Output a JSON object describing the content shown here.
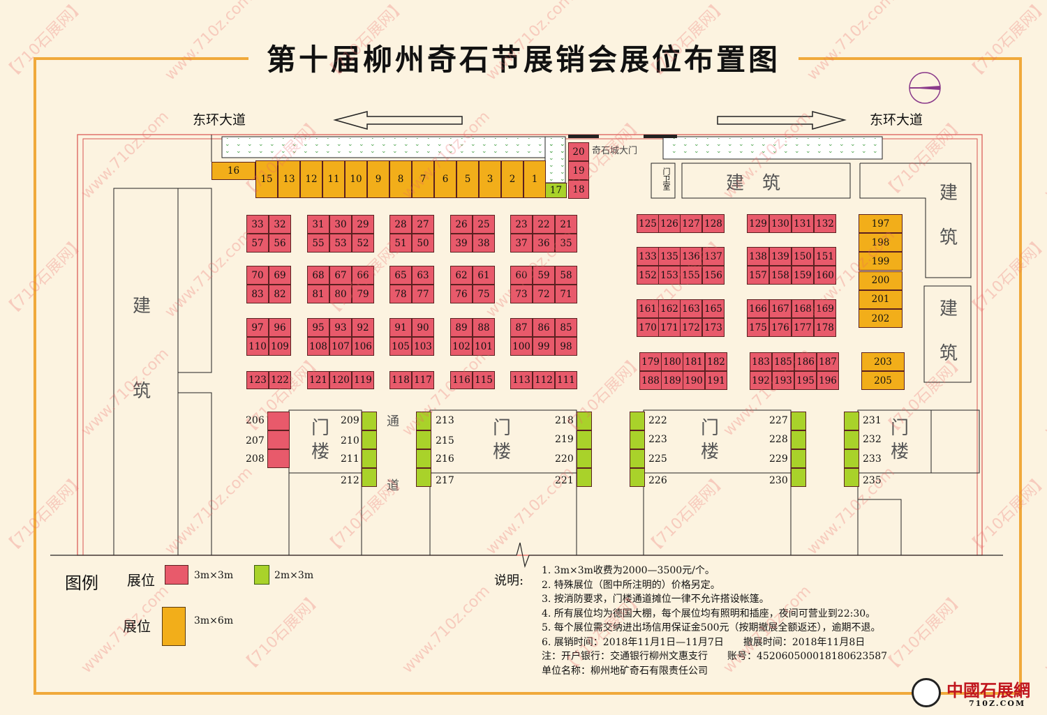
{
  "title": "第十届柳州奇石节展销会展位布置图",
  "roads": {
    "left": "东环大道",
    "right": "东环大道"
  },
  "gate_label": "奇石城大门",
  "guard_label": "门卫室",
  "building_label": "建筑",
  "building_chars": [
    "建",
    "筑"
  ],
  "gate_tower": "门楼",
  "gate_tower_chars": [
    "门",
    "楼"
  ],
  "passage_chars": [
    "通",
    "道"
  ],
  "colors": {
    "booth_3x3": "#e85a6b",
    "booth_2x3": "#a9d22a",
    "booth_3x6": "#f2ae1a",
    "frame": "#f0a93b",
    "red_line": "#d9534f"
  },
  "booths": {
    "top_row": [
      "15",
      "13",
      "12",
      "11",
      "10",
      "9",
      "8",
      "7",
      "6",
      "5",
      "3",
      "2",
      "1"
    ],
    "b16": "16",
    "b17": "17",
    "gate_stack": [
      "20",
      "19",
      "18"
    ],
    "west_blocks": [
      {
        "cols": [
          [
            "33",
            "57"
          ],
          [
            "32",
            "56"
          ]
        ]
      },
      {
        "cols": [
          [
            "31",
            "55"
          ],
          [
            "30",
            "53"
          ],
          [
            "29",
            "52"
          ]
        ]
      },
      {
        "cols": [
          [
            "28",
            "51"
          ],
          [
            "27",
            "50"
          ]
        ]
      },
      {
        "cols": [
          [
            "26",
            "39"
          ],
          [
            "25",
            "38"
          ]
        ]
      },
      {
        "cols": [
          [
            "23",
            "37"
          ],
          [
            "22",
            "36"
          ],
          [
            "21",
            "35"
          ]
        ]
      },
      {
        "cols": [
          [
            "70",
            "83"
          ],
          [
            "69",
            "82"
          ]
        ]
      },
      {
        "cols": [
          [
            "68",
            "81"
          ],
          [
            "67",
            "80"
          ],
          [
            "66",
            "79"
          ]
        ]
      },
      {
        "cols": [
          [
            "65",
            "78"
          ],
          [
            "63",
            "77"
          ]
        ]
      },
      {
        "cols": [
          [
            "62",
            "76"
          ],
          [
            "61",
            "75"
          ]
        ]
      },
      {
        "cols": [
          [
            "60",
            "73"
          ],
          [
            "59",
            "72"
          ],
          [
            "58",
            "71"
          ]
        ]
      },
      {
        "cols": [
          [
            "97",
            "110"
          ],
          [
            "96",
            "109"
          ]
        ]
      },
      {
        "cols": [
          [
            "95",
            "108"
          ],
          [
            "93",
            "107"
          ],
          [
            "92",
            "106"
          ]
        ]
      },
      {
        "cols": [
          [
            "91",
            "105"
          ],
          [
            "90",
            "103"
          ]
        ]
      },
      {
        "cols": [
          [
            "89",
            "102"
          ],
          [
            "88",
            "101"
          ]
        ]
      },
      {
        "cols": [
          [
            "87",
            "100"
          ],
          [
            "86",
            "99"
          ],
          [
            "85",
            "98"
          ]
        ]
      }
    ],
    "west_single_rows": [
      [
        "123",
        "122"
      ],
      [
        "121",
        "120",
        "119"
      ],
      [
        "118",
        "117"
      ],
      [
        "116",
        "115"
      ],
      [
        "113",
        "112",
        "111"
      ]
    ],
    "east_blocks": [
      {
        "rows": [
          [
            "125",
            "126",
            "127",
            "128"
          ]
        ]
      },
      {
        "rows": [
          [
            "129",
            "130",
            "131",
            "132"
          ]
        ]
      },
      {
        "rows": [
          [
            "133",
            "135",
            "136",
            "137"
          ],
          [
            "152",
            "153",
            "155",
            "156"
          ]
        ]
      },
      {
        "rows": [
          [
            "138",
            "139",
            "150",
            "151"
          ],
          [
            "157",
            "158",
            "159",
            "160"
          ]
        ]
      },
      {
        "rows": [
          [
            "161",
            "162",
            "163",
            "165"
          ],
          [
            "170",
            "171",
            "172",
            "173"
          ]
        ]
      },
      {
        "rows": [
          [
            "166",
            "167",
            "168",
            "169"
          ],
          [
            "175",
            "176",
            "177",
            "178"
          ]
        ]
      },
      {
        "rows": [
          [
            "179",
            "180",
            "181",
            "182"
          ],
          [
            "188",
            "189",
            "190",
            "191"
          ]
        ]
      },
      {
        "rows": [
          [
            "183",
            "185",
            "186",
            "187"
          ],
          [
            "192",
            "193",
            "195",
            "196"
          ]
        ]
      }
    ],
    "east_col": [
      "197",
      "198",
      "199",
      "200",
      "201",
      "202"
    ],
    "east_col2": [
      "203",
      "205"
    ],
    "gate_labels": [
      [
        "206",
        "207",
        "208"
      ],
      [
        "209",
        "210",
        "211",
        "212"
      ],
      [
        "213",
        "215",
        "216",
        "217"
      ],
      [
        "218",
        "219",
        "220",
        "221"
      ],
      [
        "222",
        "223",
        "225",
        "226"
      ],
      [
        "227",
        "228",
        "229",
        "230"
      ],
      [
        "231",
        "232",
        "233",
        "235"
      ]
    ]
  },
  "legend": {
    "title": "图例",
    "booth_word": "展位",
    "size_3x3": "3m×3m",
    "size_2x3": "2m×3m",
    "size_3x6": "3m×6m"
  },
  "notes": {
    "label": "说明:",
    "lines": [
      "1. 3m×3m收费为2000—3500元/个。",
      "2. 特殊展位（图中所注明的）价格另定。",
      "3. 按消防要求，门楼通道摊位一律不允许搭设帐篷。",
      "4. 所有展位均为德国大棚，每个展位均有照明和插座，夜间可营业到22:30。",
      "5. 每个展位需交纳进出场信用保证金500元（按期撤展全额返还），逾期不退。",
      "6. 展销时间：2018年11月1日—11月7日　　撤展时间：2018年11月8日",
      "注：开户银行：交通银行柳州文惠支行　　账号：452060500018180623587",
      "单位名称：柳州地矿奇石有限责任公司"
    ]
  },
  "brand": {
    "name": "中國石展網",
    "url": "710Z.COM"
  },
  "watermarks": [
    "【710石展网】",
    "www.710z.com"
  ]
}
